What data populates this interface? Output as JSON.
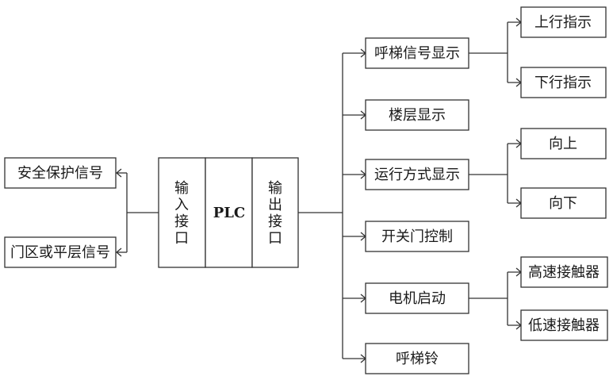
{
  "inputs": [
    "安全保护信号",
    "门区或平层信号"
  ],
  "plc": {
    "input_interface": [
      "输",
      "入",
      "接",
      "口"
    ],
    "core": "PLC",
    "output_interface": [
      "输",
      "出",
      "接",
      "口"
    ]
  },
  "outputs": [
    "呼梯信号显示",
    "楼层显示",
    "运行方式显示",
    "开关门控制",
    "电机启动",
    "呼梯铃"
  ],
  "sub_outputs": {
    "call_display": [
      "上行指示",
      "下行指示"
    ],
    "run_mode": [
      "向上",
      "向下"
    ],
    "motor": [
      "高速接触器",
      "低速接触器"
    ]
  }
}
